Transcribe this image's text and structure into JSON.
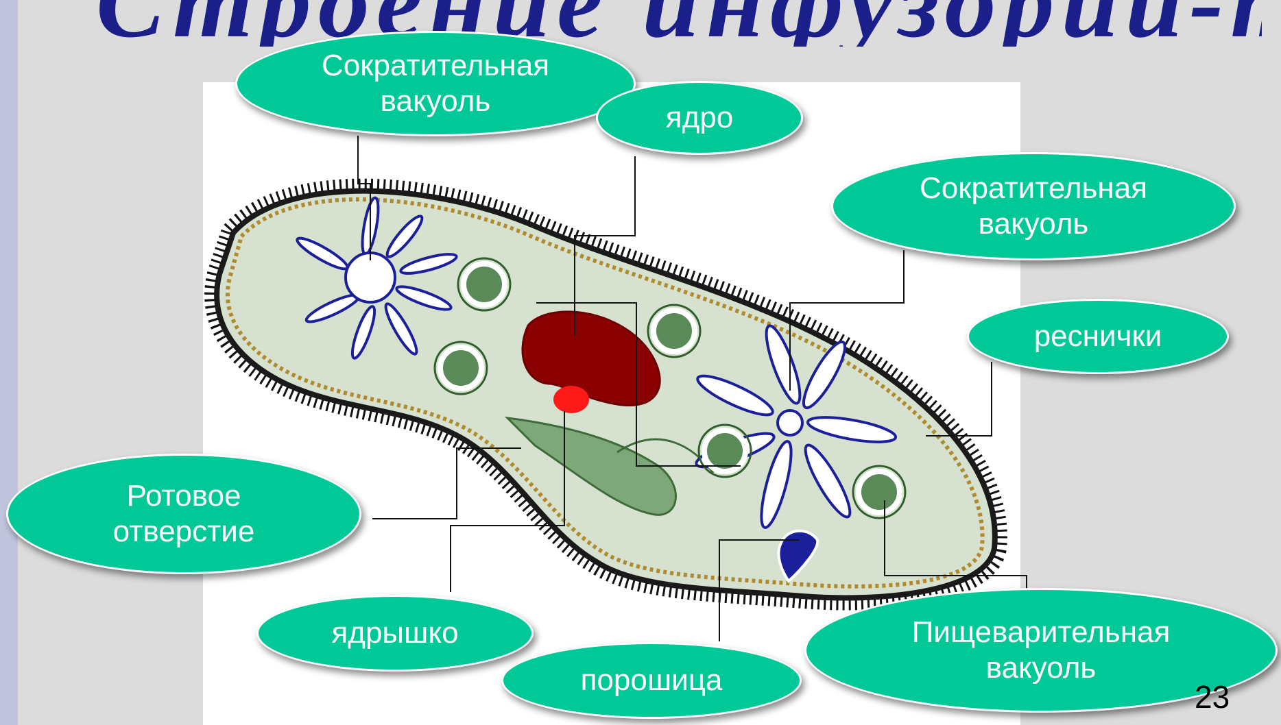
{
  "title_fragment": "Строение инфузории-туфельки",
  "labels": {
    "contractile_vacuole_top": "Сократительная вакуоль",
    "nucleus": "ядро",
    "contractile_vacuole_right": "Сократительная вакуоль",
    "cilia": "реснички",
    "mouth": "Ротовое отверстие",
    "nucleolus": "ядрышко",
    "anal_pore": "порошица",
    "digestive_vacuole": "Пищеварительная вакуоль"
  },
  "page_number": "23",
  "colors": {
    "callout_fill": "#00c896",
    "cell_fill": "#d6e2cf",
    "nucleus": "#8b0000",
    "nucleolus": "#ff1a1a",
    "vacuole_outline": "#1b1f9a",
    "food_vacuole": "#5a8a58",
    "title": "#1b1f8a"
  }
}
